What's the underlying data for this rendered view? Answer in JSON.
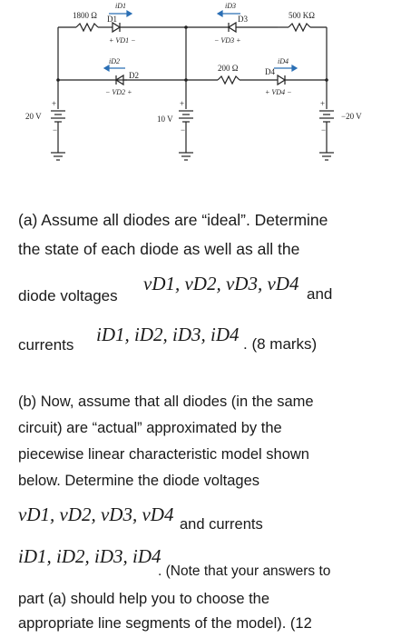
{
  "circuit": {
    "r1_label": "1800 Ω",
    "r2_label": "200 Ω",
    "r3_label": "500 KΩ",
    "d1_label": "D1",
    "d2_label": "D2",
    "d3_label": "D3",
    "d4_label": "D4",
    "id1_label": "iD1",
    "id2_label": "iD2",
    "id3_label": "iD3",
    "id4_label": "iD4",
    "vd1_label": "+ VD1 −",
    "vd2_label": "− VD2 +",
    "vd3_label": "− VD3 +",
    "vd4_label": "+ VD4 −",
    "v1_label": "20 V",
    "v2_label": "10 V",
    "v3_label": "−20 V",
    "plus": "+",
    "minus": "−"
  },
  "part_a": {
    "line1": "(a) Assume all diodes are “ideal”. Determine",
    "line2": "the state of each diode as well as all the",
    "line3_text": "diode voltages",
    "line3_math": "vD1, vD2, vD3, vD4",
    "line3_end": "and",
    "line4_text": "currents",
    "line4_math": "iD1, iD2, iD3, iD4",
    "line4_end": ". (8 marks)"
  },
  "part_b": {
    "line1": "(b) Now, assume that all diodes (in the same",
    "line2": "circuit) are “actual” approximated by the",
    "line3": "piecewise linear characteristic model shown",
    "line4": "below. Determine the diode voltages",
    "math1": "vD1, vD2, vD3, vD4",
    "math1_end": "and currents",
    "math2": "iD1, iD2, iD3, iD4",
    "math2_end": ". (Note that your answers to",
    "line7": "part (a) should help you to choose the",
    "line8": "appropriate line segments of the model). (12"
  }
}
